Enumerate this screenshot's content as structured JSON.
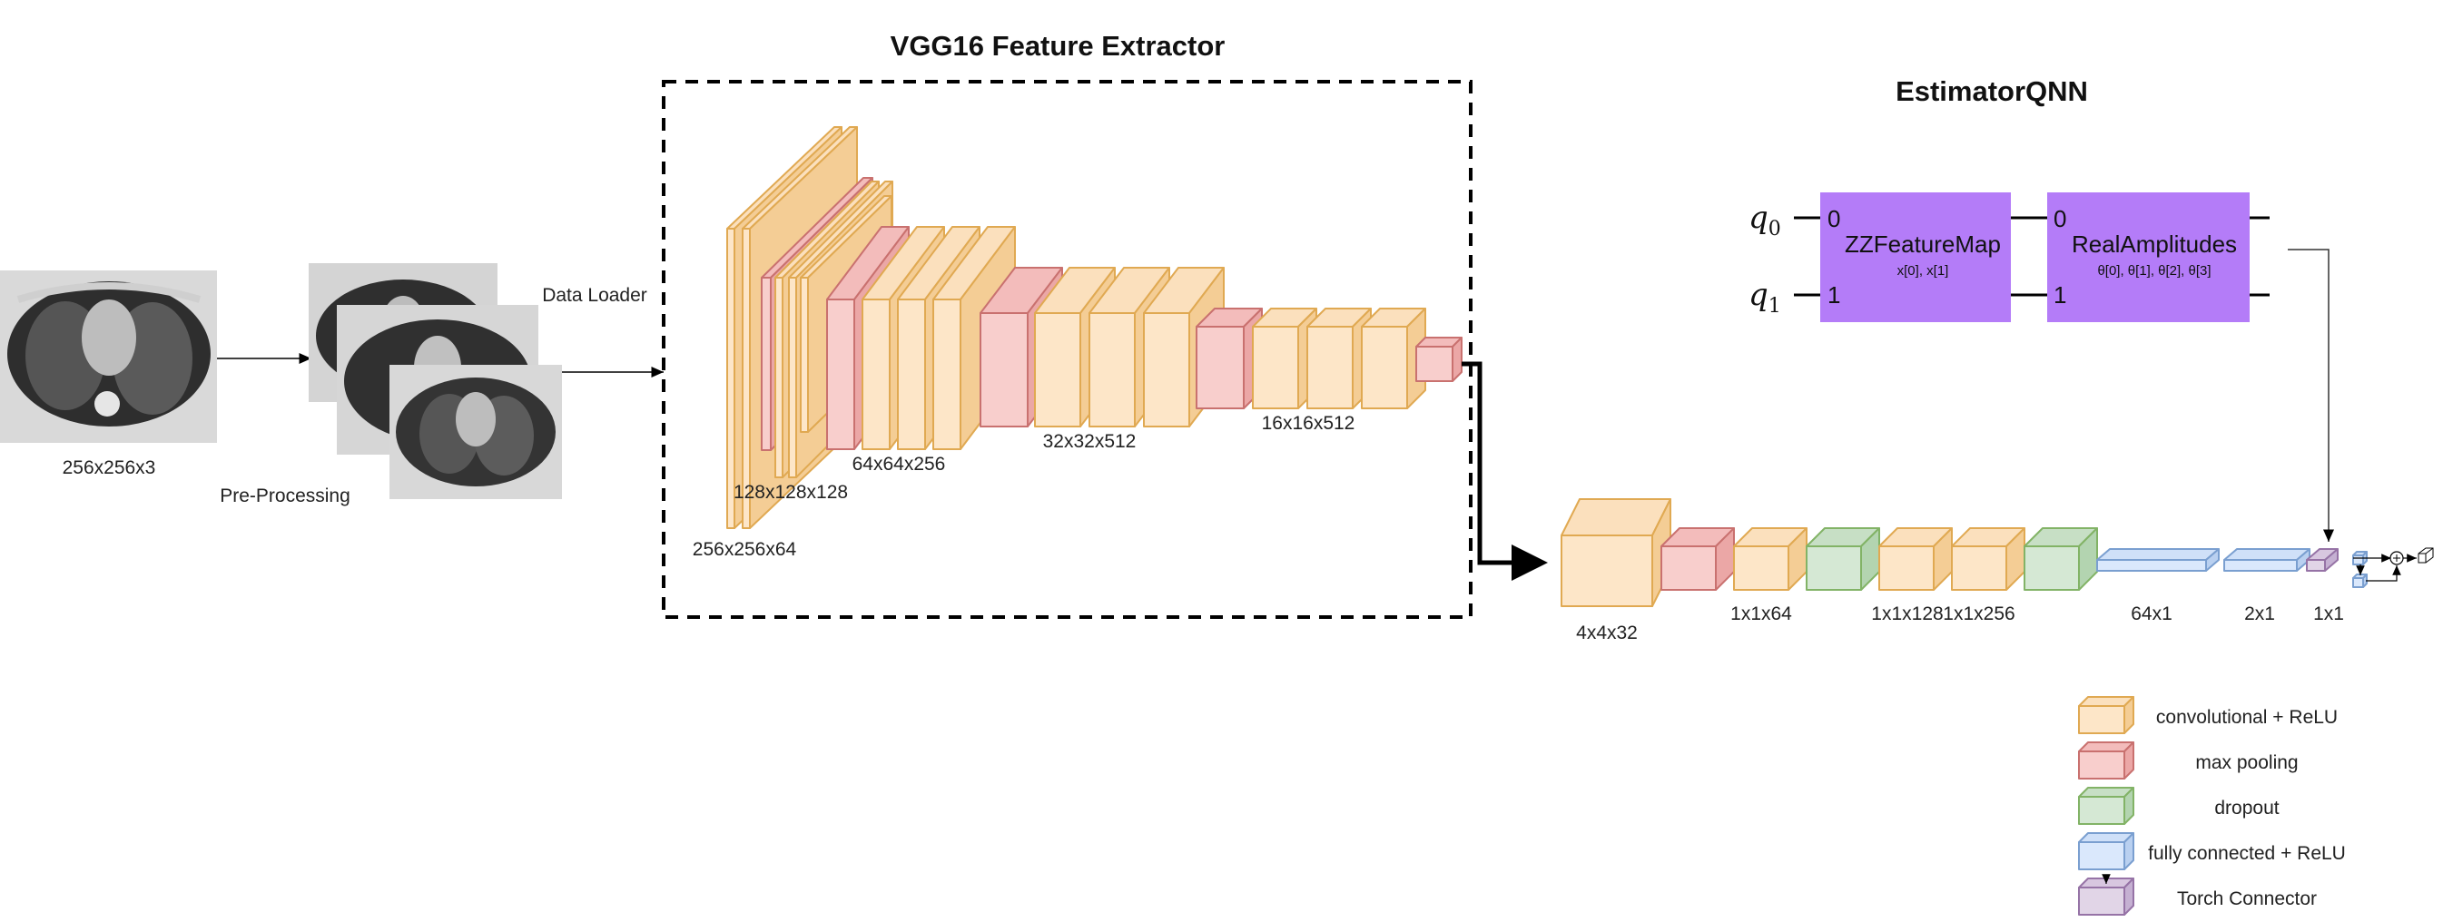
{
  "colors": {
    "conv": [
      "#fde6c8",
      "#fbe0bd",
      "#f4cd95",
      "#e0a952"
    ],
    "pool": [
      "#f8cecc",
      "#f3bcbb",
      "#eba7a6",
      "#c9716f"
    ],
    "dropout": [
      "#d5e8d4",
      "#c7dfc5",
      "#b3d4b0",
      "#82b366"
    ],
    "fc": [
      "#dae8fc",
      "#cfe0f8",
      "#b9d0f0",
      "#7a9fd0"
    ],
    "torch": [
      "#e1d5e7",
      "#d8c7e0",
      "#c5b0d2",
      "#9673a6"
    ],
    "quantum": "#b47cf8"
  },
  "titles": {
    "vgg": "VGG16 Feature Extractor",
    "qnn": "EstimatorQNN"
  },
  "input": {
    "size_label": "256x256x3",
    "preprocess_label": "Pre-Processing",
    "loader_label": "Data Loader"
  },
  "vgg": {
    "dims": [
      "256x256x64",
      "128x128x128",
      "64x64x256",
      "32x32x512",
      "16x16x512"
    ]
  },
  "head": {
    "dims": [
      "4x4x32",
      "1x1x64",
      "1x1x128",
      "1x1x256",
      "64x1",
      "2x1",
      "1x1"
    ]
  },
  "qnn": {
    "q0": "q",
    "q0_index": "0",
    "q1": "q",
    "q1_index": "1",
    "feature_map": {
      "name": "ZZFeatureMap",
      "params": "x[0], x[1]",
      "port0": "0",
      "port1": "1"
    },
    "ansatz": {
      "name": "RealAmplitudes",
      "params": "θ[0], θ[1], θ[2], θ[3]",
      "port0": "0",
      "port1": "1"
    }
  },
  "legend": [
    {
      "key": "conv",
      "label": "convolutional + ReLU"
    },
    {
      "key": "pool",
      "label": "max pooling"
    },
    {
      "key": "dropout",
      "label": "dropout"
    },
    {
      "key": "fc",
      "label": "fully connected + ReLU"
    },
    {
      "key": "torch",
      "label": "Torch Connector"
    }
  ]
}
